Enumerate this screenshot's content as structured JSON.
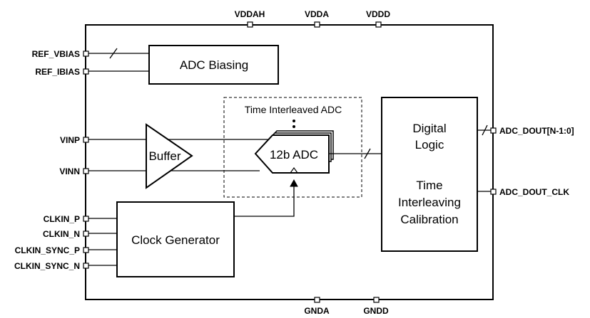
{
  "top_pins": [
    "VDDAH",
    "VDDA",
    "VDDD"
  ],
  "bottom_pins": [
    "GNDA",
    "GNDD"
  ],
  "left_pins": {
    "ref_vbias": "REF_VBIAS",
    "ref_ibias": "REF_IBIAS",
    "vinp": "VINP",
    "vinn": "VINN",
    "clkin_p": "CLKIN_P",
    "clkin_n": "CLKIN_N",
    "clkin_sync_p": "CLKIN_SYNC_P",
    "clkin_sync_n": "CLKIN_SYNC_N"
  },
  "right_pins": {
    "adc_dout": "ADC_DOUT[N-1:0]",
    "adc_dout_clk": "ADC_DOUT_CLK"
  },
  "blocks": {
    "adc_biasing": "ADC Biasing",
    "buffer": "Buffer",
    "ti_adc_group": "Time Interleaved ADC",
    "adc": "12b ADC",
    "clock_generator": "Clock Generator",
    "digital_logic_line1": "Digital",
    "digital_logic_line2": "Logic",
    "calibration_line1": "Time",
    "calibration_line2": "Interleaving",
    "calibration_line3": "Calibration"
  }
}
